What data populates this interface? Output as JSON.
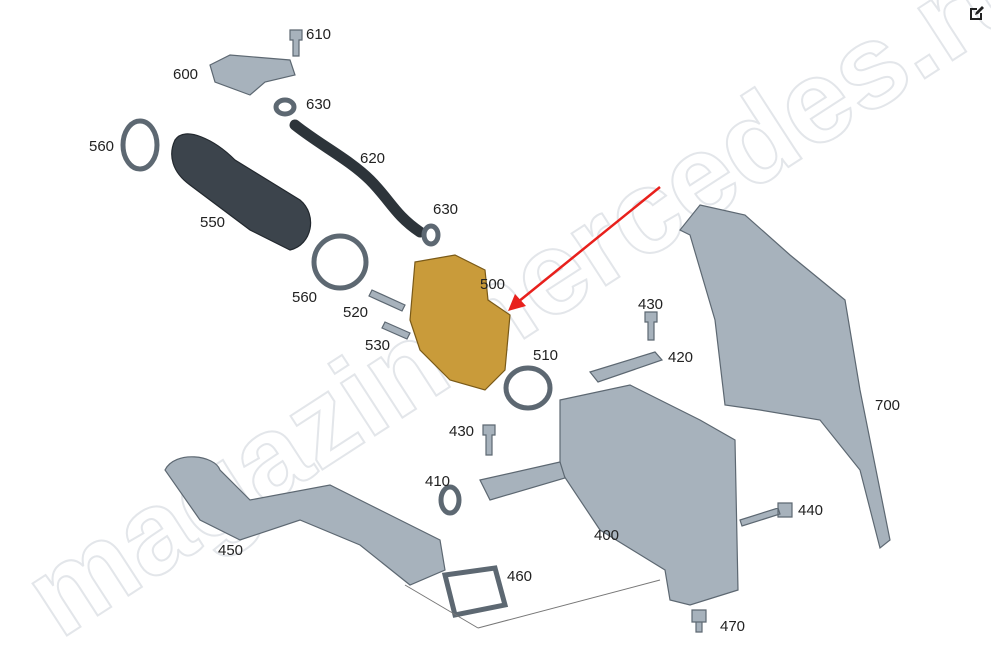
{
  "watermark": "magazinmercedes.ru",
  "toolbar": {
    "edit_icon": "edit-icon"
  },
  "colors": {
    "arrow": "#e8201c",
    "part": "#a7b2bc",
    "valve": "#c99b3a"
  },
  "labels": {
    "l610": "610",
    "l600": "600",
    "l630a": "630",
    "l560a": "560",
    "l620": "620",
    "l550": "550",
    "l630b": "630",
    "l560b": "560",
    "l500": "500",
    "l520": "520",
    "l530": "530",
    "l430a": "430",
    "l420": "420",
    "l510": "510",
    "l700": "700",
    "l430b": "430",
    "l410": "410",
    "l450": "450",
    "l400": "400",
    "l440": "440",
    "l460": "460",
    "l470": "470"
  }
}
